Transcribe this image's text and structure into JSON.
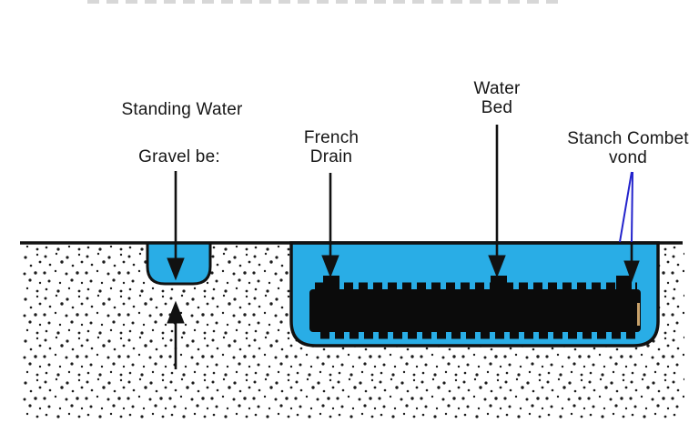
{
  "labels": {
    "standing_water": "Standing Water",
    "gravel_bed": "Gravel be:",
    "french_drain_line1": "French",
    "french_drain_line2": "Drain",
    "water_bed_line1": "Water",
    "water_bed_line2": "Bed",
    "stanch_combet_line1": "Stanch Combet",
    "stanch_combet_line2": "vond"
  },
  "colors": {
    "water_fill": "#29ADE6",
    "outline_black": "#111111",
    "pipe_black": "#0B0B0B",
    "leader_blue": "#2323CC",
    "stipple_dot": "#1C1C1C",
    "cropped_text_gray": "#D7D7D7",
    "pipe_accent_tan": "#C8A26B"
  }
}
